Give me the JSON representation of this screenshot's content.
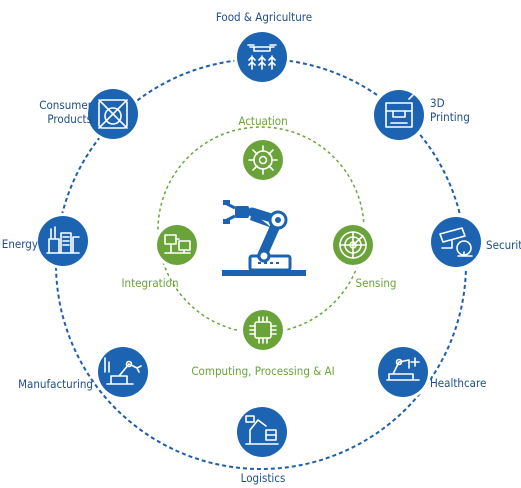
{
  "colors": {
    "outer_node": "#1c64b2",
    "outer_ring": "#1f5ea8",
    "inner_node": "#6aa339",
    "inner_ring": "#6aa339",
    "robot": "#1c64b2",
    "outer_text": "#1f4e8c",
    "inner_text": "#6aa339"
  },
  "outer_nodes": [
    {
      "label": "Food & Agriculture",
      "icon": "drone-wheat-icon"
    },
    {
      "label": "3D\nPrinting",
      "icon": "3d-printer-icon"
    },
    {
      "label": "Security",
      "icon": "security-camera-icon"
    },
    {
      "label": "Healthcare",
      "icon": "medical-robot-icon"
    },
    {
      "label": "Logistics",
      "icon": "warehouse-robot-icon"
    },
    {
      "label": "Manufacturing",
      "icon": "robotic-arm-icon"
    },
    {
      "label": "Energy",
      "icon": "power-plant-icon"
    },
    {
      "label": "Consumer\nProducts",
      "icon": "vacuum-robot-icon"
    }
  ],
  "inner_nodes": [
    {
      "label": "Actuation",
      "icon": "gear-icon"
    },
    {
      "label": "Sensing",
      "icon": "radar-icon"
    },
    {
      "label": "Computing, Processing & AI",
      "icon": "chip-icon"
    },
    {
      "label": "Integration",
      "icon": "integration-icon"
    }
  ],
  "center": {
    "icon": "industrial-robot-icon"
  }
}
